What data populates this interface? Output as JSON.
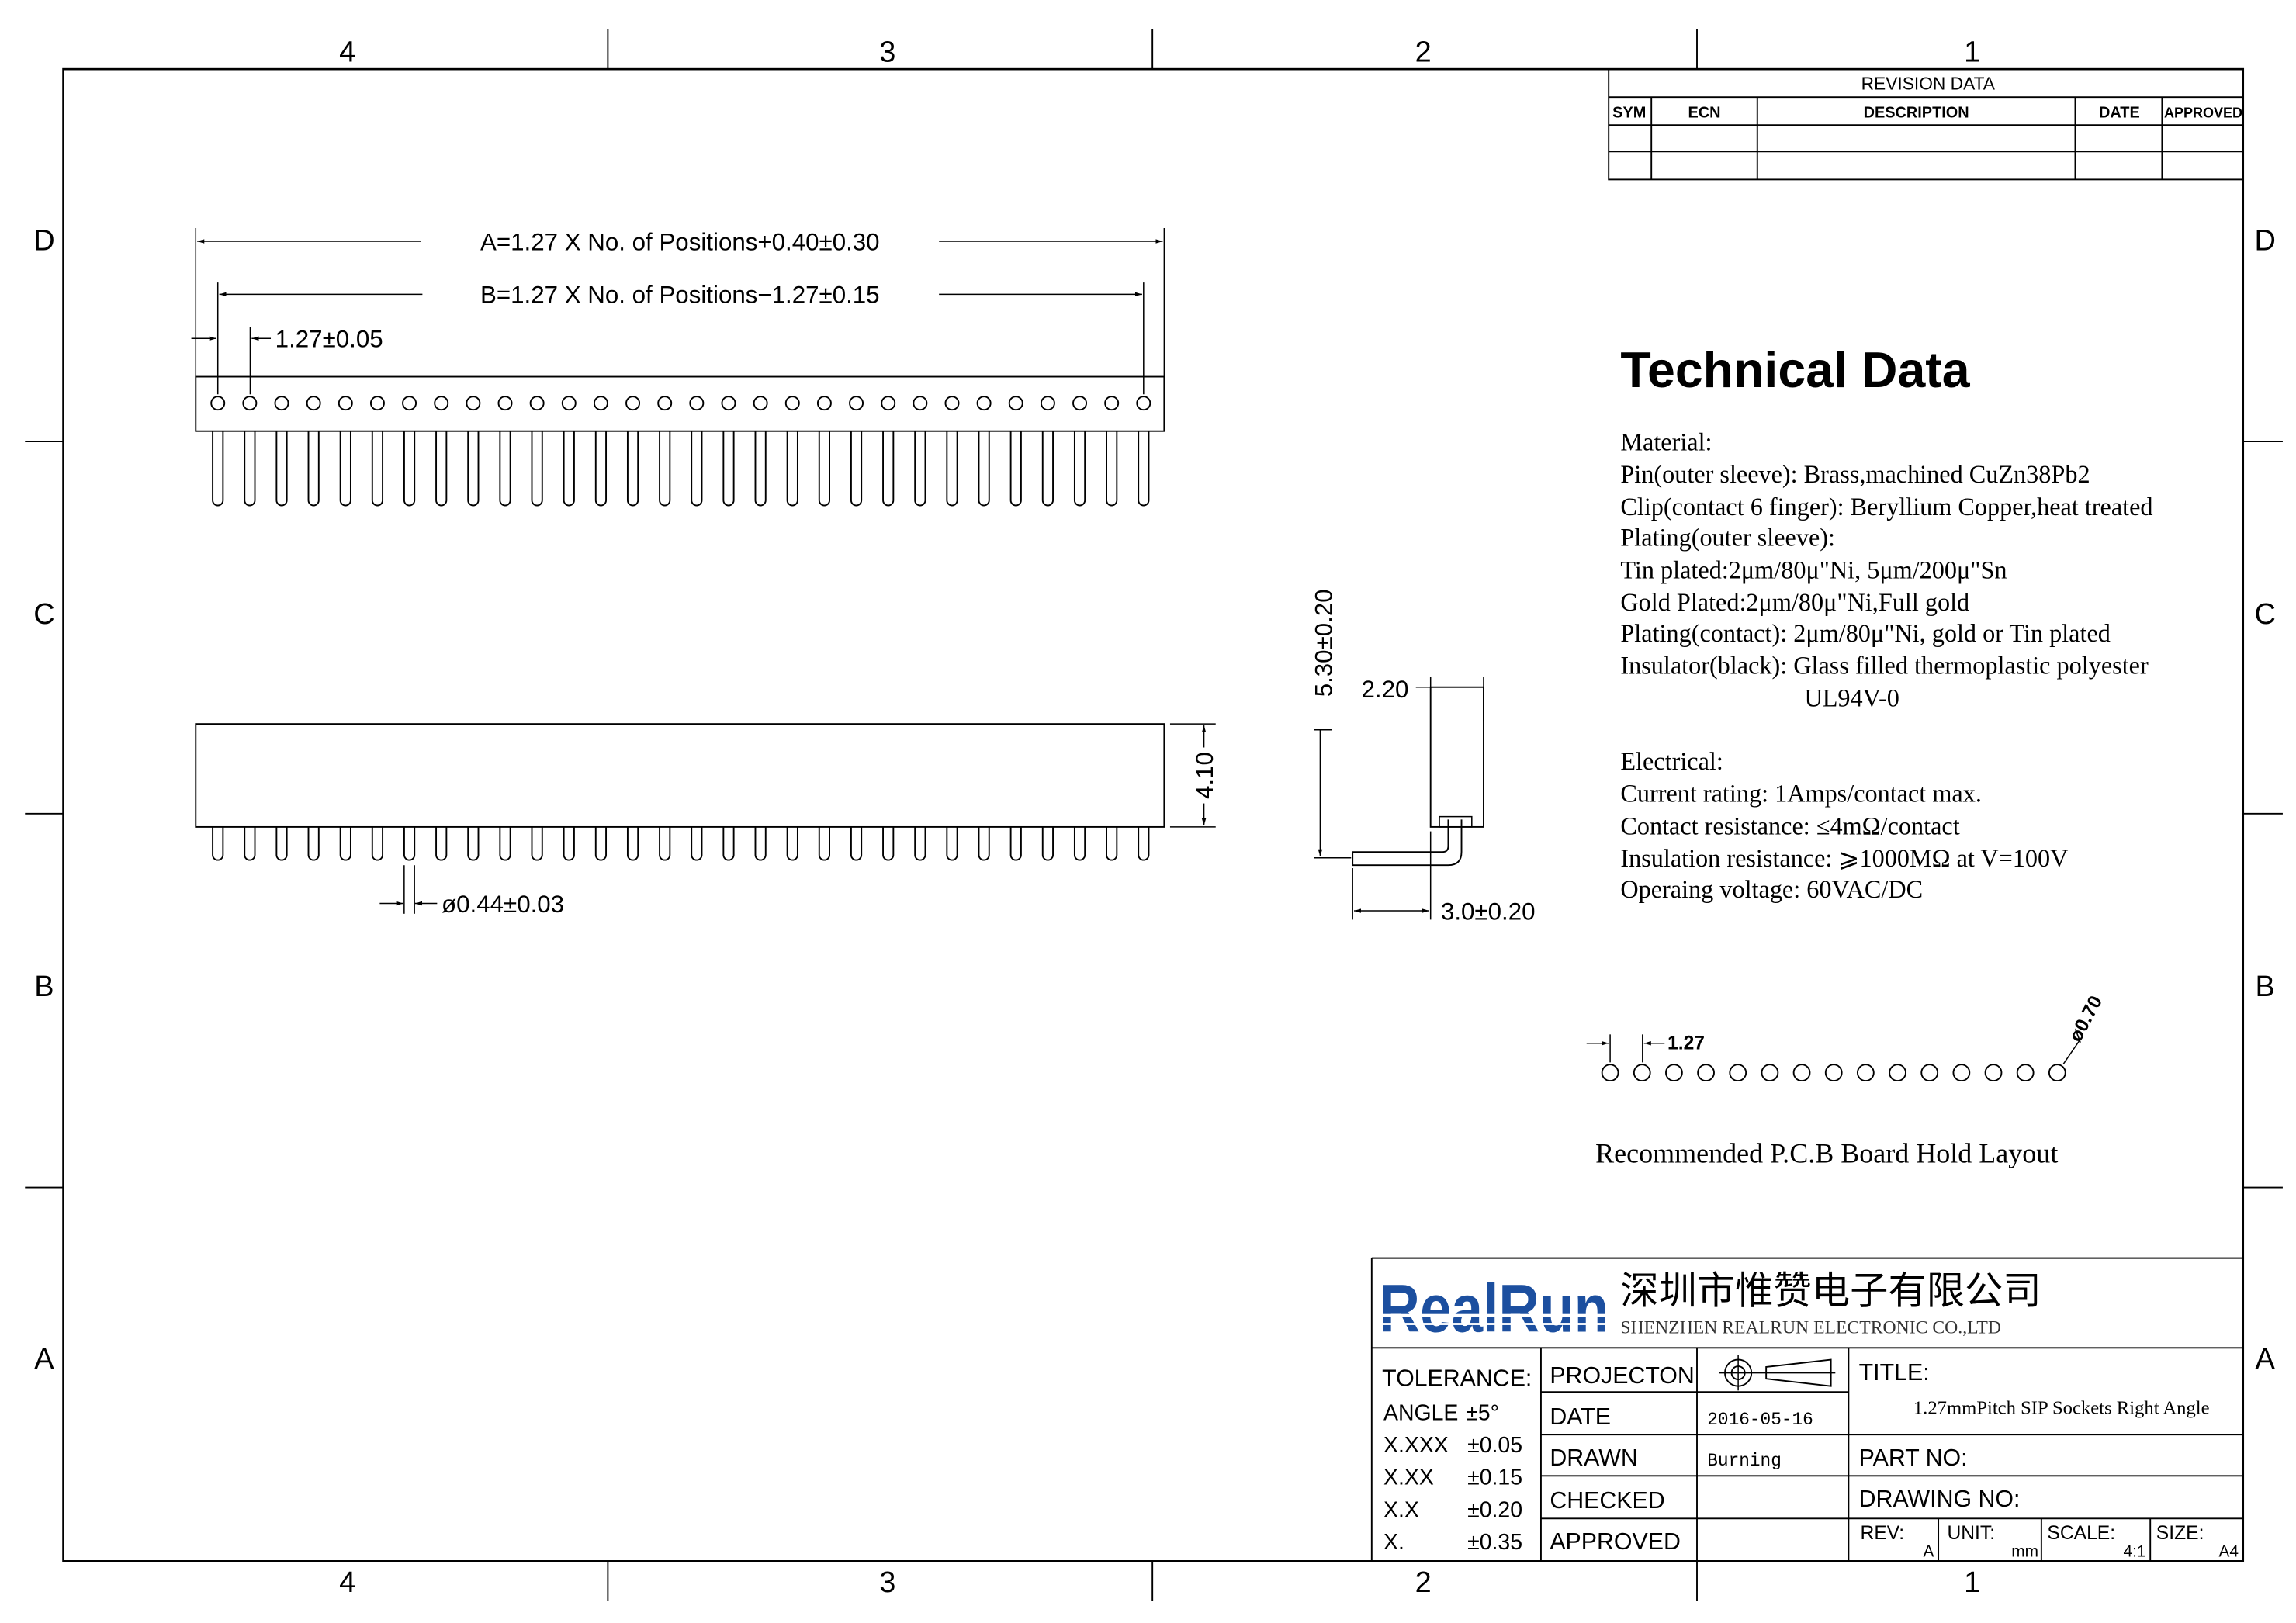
{
  "zones": {
    "columns": [
      "4",
      "3",
      "2",
      "1"
    ],
    "rows": [
      "D",
      "C",
      "B",
      "A"
    ]
  },
  "revision_table": {
    "title": "REVISION DATA",
    "headers": {
      "sym": "SYM",
      "ecn": "ECN",
      "description": "DESCRIPTION",
      "date": "DATE",
      "approved": "APPROVED"
    }
  },
  "dimensions": {
    "a": "A=1.27 X No. of Positions+0.40±0.30",
    "b": "B=1.27 X No. of Positions−1.27±0.15",
    "pitch": "1.27±0.05",
    "body_height": "4.10",
    "pin_diameter": "ø0.44±0.03",
    "overall_height": "5.30±0.20",
    "body_width": "2.20",
    "pin_offset": "3.0±0.20"
  },
  "technical_data": {
    "title": "Technical Data",
    "material": [
      "Material:",
      "Pin(outer sleeve): Brass,machined CuZn38Pb2",
      "Clip(contact 6 finger): Beryllium Copper,heat treated",
      "Plating(outer sleeve):",
      "Tin plated:2μm/80μ\"Ni, 5μm/200μ\"Sn",
      "Gold Plated:2μm/80μ\"Ni,Full gold",
      "Plating(contact): 2μm/80μ\"Ni, gold or Tin plated",
      "Insulator(black): Glass filled thermoplastic polyester",
      "UL94V-0"
    ],
    "electrical": [
      "Electrical:",
      "Current rating: 1Amps/contact max.",
      "Contact resistance: ≤4mΩ/contact",
      "Insulation resistance: ⩾1000MΩ at V=100V",
      "Operaing voltage: 60VAC/DC"
    ]
  },
  "pcb_layout": {
    "pitch": "1.27",
    "hole_diameter": "ø0.70",
    "caption": "Recommended P.C.B Board Hold Layout"
  },
  "title_block": {
    "logo": "RealRun",
    "company_cn": "深圳市惟赞电子有限公司",
    "company_en": "SHENZHEN REALRUN ELECTRONIC CO.,LTD",
    "tolerance": {
      "label": "TOLERANCE:",
      "rows": [
        {
          "name": "ANGLE",
          "value": "±5°"
        },
        {
          "name": "X.XXX",
          "value": "±0.05"
        },
        {
          "name": "X.XX",
          "value": "±0.15"
        },
        {
          "name": "X.X",
          "value": "±0.20"
        },
        {
          "name": "X.",
          "value": "±0.35"
        }
      ]
    },
    "labels": {
      "projection": "PROJECTON",
      "date": "DATE",
      "drawn": "DRAWN",
      "checked": "CHECKED",
      "approved": "APPROVED"
    },
    "values": {
      "date": "2016-05-16",
      "drawn": "Burning"
    },
    "title_label": "TITLE:",
    "title": "1.27mmPitch SIP Sockets Right Angle",
    "part_no_label": "PART NO:",
    "drawing_no_label": "DRAWING NO:",
    "rev_label": "REV:",
    "rev": "A",
    "unit_label": "UNIT:",
    "unit": "mm",
    "scale_label": "SCALE:",
    "scale": "4:1",
    "size_label": "SIZE:",
    "size": "A4"
  },
  "colors": {
    "logo": "#1c4f9f",
    "line": "#000000"
  }
}
